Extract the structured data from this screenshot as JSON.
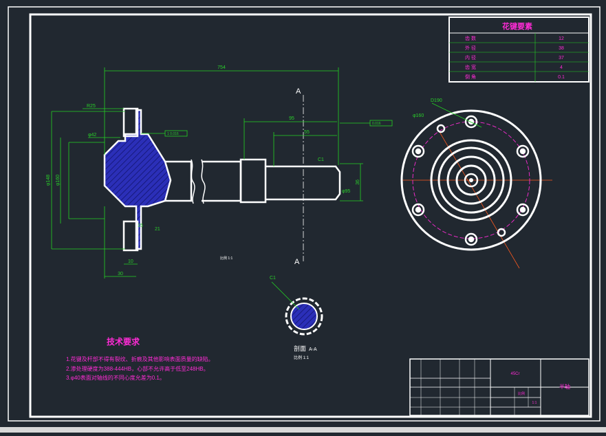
{
  "spline_table": {
    "title": "花键要素",
    "rows": [
      {
        "label": "齿 数",
        "value": "12"
      },
      {
        "label": "外 径",
        "value": "38"
      },
      {
        "label": "内 径",
        "value": "37"
      },
      {
        "label": "齿 宽",
        "value": "4"
      },
      {
        "label": "倒 角",
        "value": "0.1"
      }
    ]
  },
  "dimensions": {
    "overall_length": "754",
    "len_95": "95",
    "len_55": "55",
    "section_label_top": "A",
    "section_label_bottom": "A",
    "scale_note": "比例 1:1",
    "angle": "R25",
    "shaft_dia": "φ42",
    "tol_box": "0.016",
    "flange_dia": "φ148",
    "tol_box2": "1 0.016",
    "d_10": "10",
    "d_30": "30",
    "d_15": "15",
    "d_21": "21",
    "d_160": "φ160",
    "d_190": "D190",
    "chamfer": "C1",
    "d_36": "36",
    "d_95": "φ95"
  },
  "section_view": {
    "title": "剖面",
    "letter": "A-A",
    "scale": "比例 1:1"
  },
  "tech_requirements": {
    "title": "技术要求",
    "items": [
      "1.花键及杆部不得有裂纹、折痕及其他影响表面质量的缺陷。",
      "2.渗处理硬度为388-444HB，心部不允许高于低至248HB。",
      "3.φ40表面对轴线的不同心度允差为0.1。"
    ]
  },
  "title_block": {
    "material": "45Cr",
    "part_name": "半轴",
    "scale": "比例",
    "ratio": "1:1"
  },
  "colors": {
    "background": "#212830",
    "frame": "#ffffff",
    "dimension": "#23d323",
    "annotation": "#ff2bd6",
    "centerline": "#ff5a1e",
    "hatch": "#2b2fb8"
  }
}
